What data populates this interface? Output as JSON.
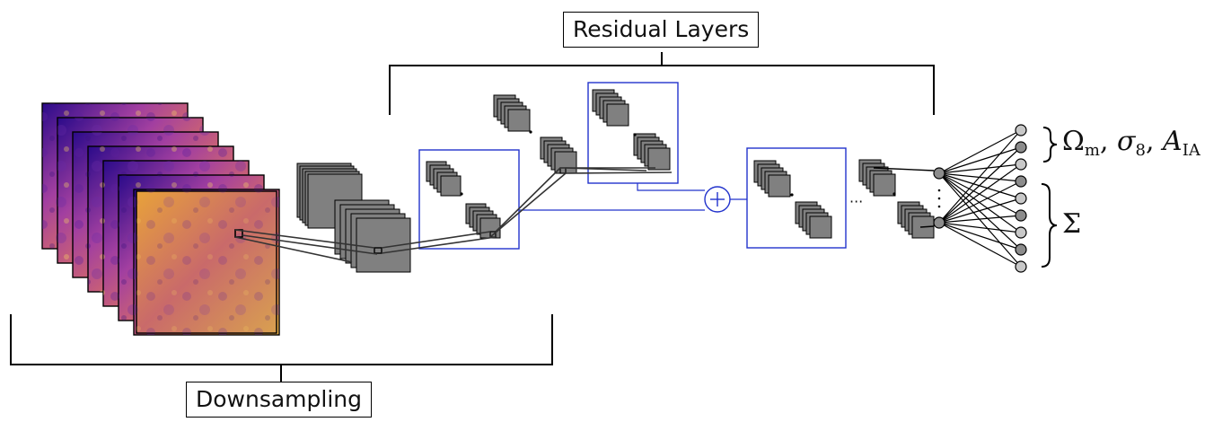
{
  "labels": {
    "residual_layers": "Residual Layers",
    "downsampling": "Downsampling"
  },
  "outputs": {
    "omega_symbol": "Ω",
    "omega_sub": "m",
    "sigma_symbol": "σ",
    "sigma_sub": "8",
    "a_symbol": "A",
    "a_sub": "IA",
    "sum_symbol": "Σ"
  },
  "ellipsis": {
    "vertical": "·",
    "horizontal": "···"
  },
  "colors": {
    "feature_map": "#808080",
    "residual_box": "#2233cc",
    "node_fill": "#c8c8c8",
    "node_fill_dark": "#8c8c8c",
    "line": "#000000"
  }
}
